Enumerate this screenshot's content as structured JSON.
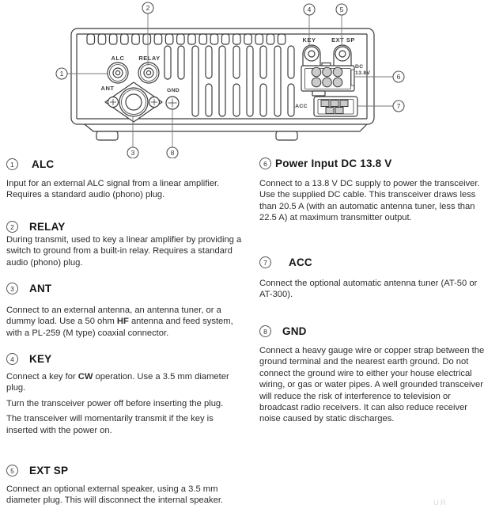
{
  "page": {
    "footer_mark": "UR"
  },
  "diagram": {
    "panel_labels": {
      "alc": "ALC",
      "relay": "RELAY",
      "ant": "ANT",
      "gnd": "GND",
      "key": "KEY",
      "ext_sp": "EXT SP",
      "dc_line1": "DC",
      "dc_line2": "13.8V",
      "acc": "ACC"
    },
    "callouts": [
      "1",
      "2",
      "3",
      "4",
      "5",
      "6",
      "7",
      "8"
    ]
  },
  "sections": {
    "left": [
      {
        "num": "1",
        "title": "ALC",
        "paragraphs": [
          [
            {
              "t": "Input for an external ALC signal from a linear amplifier. Requires a standard audio (phono) plug."
            }
          ]
        ]
      },
      {
        "num": "2",
        "title": "RELAY",
        "paragraphs": [
          [
            {
              "t": "During transmit, used to key a linear amplifier by providing a switch to ground from a built-in relay. Requires a standard audio (phono) plug."
            }
          ]
        ]
      },
      {
        "num": "3",
        "title": "ANT",
        "paragraphs": [
          [
            {
              "t": "Connect to an external antenna, an antenna tuner, or a dummy load. Use a 50 ohm "
            },
            {
              "t": "HF",
              "b": true
            },
            {
              "t": " antenna and feed system, with a PL-259 (M type) coaxial connector."
            }
          ]
        ]
      },
      {
        "num": "4",
        "title": "KEY",
        "paragraphs": [
          [
            {
              "t": "Connect a key for "
            },
            {
              "t": "CW",
              "b": true
            },
            {
              "t": " operation. Use a 3.5 mm diameter plug."
            }
          ],
          [
            {
              "t": "Turn the transceiver power off before inserting the plug."
            }
          ],
          [
            {
              "t": "The transceiver will momentarily transmit if the key is inserted with the power on."
            }
          ]
        ]
      },
      {
        "num": "5",
        "title": "EXT SP",
        "paragraphs": [
          [
            {
              "t": "Connect an optional external speaker, using a 3.5 mm diameter plug. This will disconnect the internal speaker."
            }
          ]
        ]
      }
    ],
    "right": [
      {
        "num": "6",
        "title": "Power Input DC 13.8 V",
        "paragraphs": [
          [
            {
              "t": "Connect to a 13.8 V DC supply to power the transceiver. Use the supplied DC cable. This transceiver draws less than 20.5 A (with an automatic antenna tuner, less than 22.5 A) at maximum transmitter output."
            }
          ]
        ]
      },
      {
        "num": "7",
        "title": "ACC",
        "paragraphs": [
          [
            {
              "t": "Connect the optional automatic antenna tuner (AT-50 or AT-300)."
            }
          ]
        ]
      },
      {
        "num": "8",
        "title": "GND",
        "paragraphs": [
          [
            {
              "t": "Connect a heavy gauge wire or copper strap between the ground terminal and the nearest earth ground. Do not connect the ground wire to either your house electrical wiring, or gas or water pipes. A well grounded transceiver will reduce the risk of interference to television or broadcast radio receivers. It can also reduce receiver noise caused by static discharges."
            }
          ]
        ]
      }
    ]
  }
}
